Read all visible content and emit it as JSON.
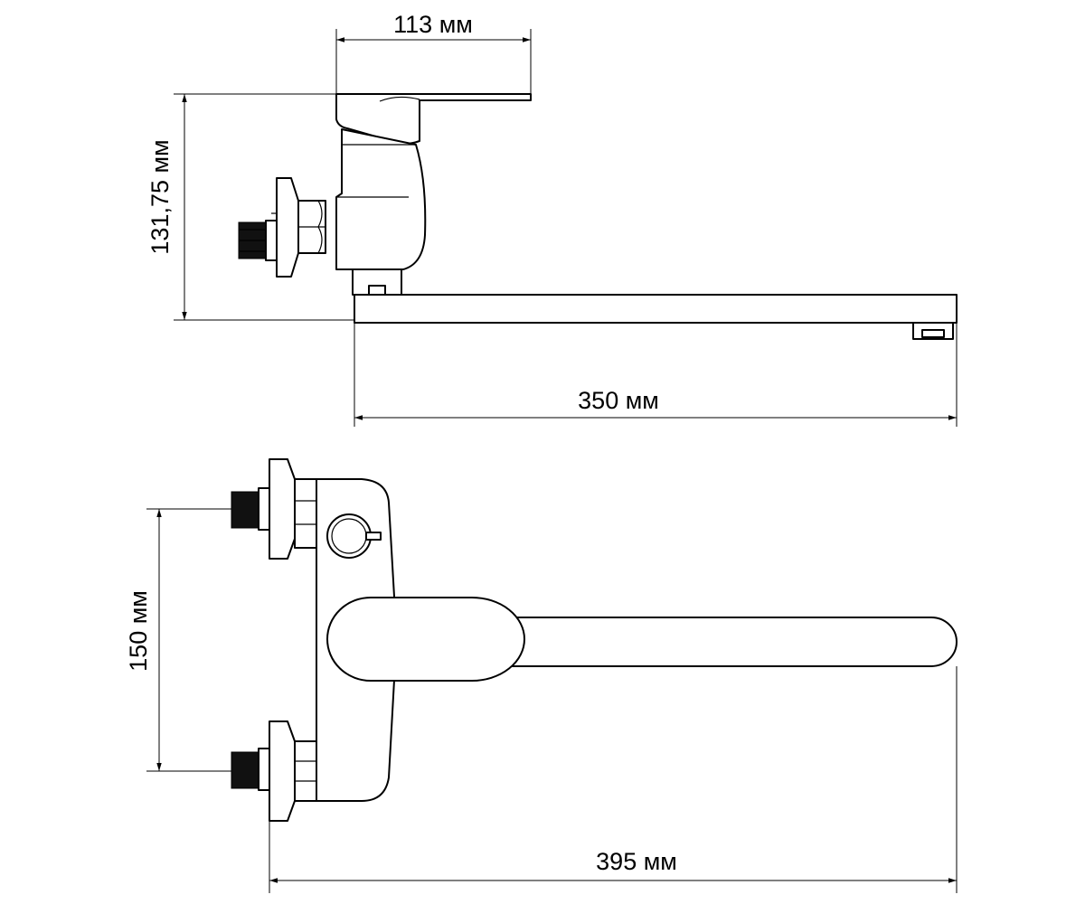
{
  "dimensions": {
    "top_width": "113 мм",
    "height": "131,75 мм",
    "spout_length": "350 мм",
    "inlet_spacing": "150 мм",
    "total_length": "395 мм"
  },
  "colors": {
    "line": "#000000",
    "thread": "#111111",
    "background": "#ffffff"
  }
}
